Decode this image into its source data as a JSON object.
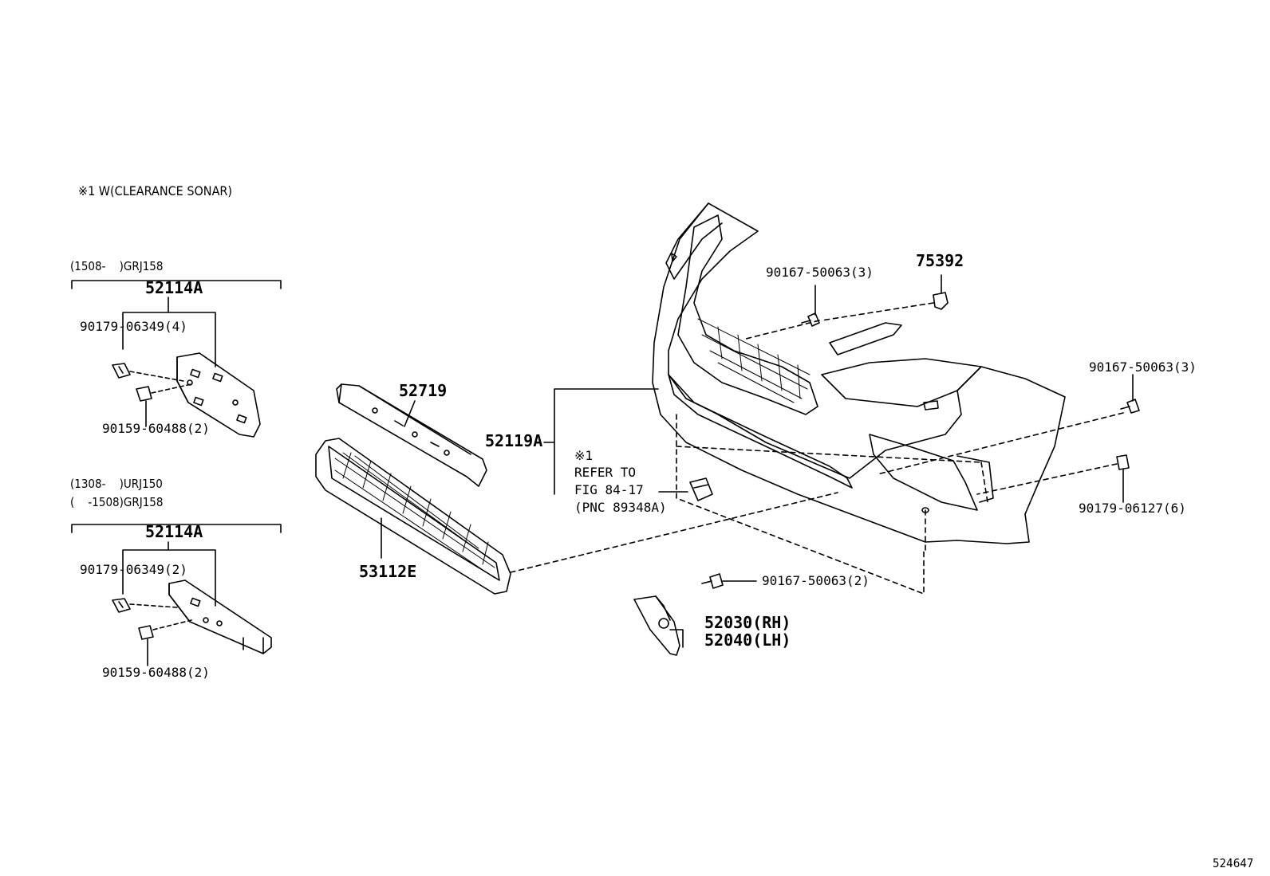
{
  "note": "※1 W(CLEARANCE SONAR)",
  "figure_number": "524647",
  "group_upper": {
    "range": "(1508-    )GRJ158",
    "part": "52114A",
    "nut": "90179-06349(4)",
    "bolt": "90159-60488(2)"
  },
  "group_lower": {
    "range_1": "(1308-    )URJ150",
    "range_2": "(    -1508)GRJ158",
    "part": "52114A",
    "nut": "90179-06349(2)",
    "bolt": "90159-60488(2)"
  },
  "parts": {
    "p52719": "52719",
    "p53112E": "53112E",
    "p52119A": "52119A",
    "p75392": "75392",
    "bolt_top": "90167-50063(3)",
    "bolt_right": "90167-50063(3)",
    "nut_right": "90179-06127(6)",
    "bolt_bottom": "90167-50063(2)",
    "p52030": "52030(RH)",
    "p52040": "52040(LH)"
  },
  "refer": {
    "mark": "※1",
    "line1": "REFER TO",
    "line2": "FIG 84-17",
    "line3": "(PNC 89348A)"
  }
}
